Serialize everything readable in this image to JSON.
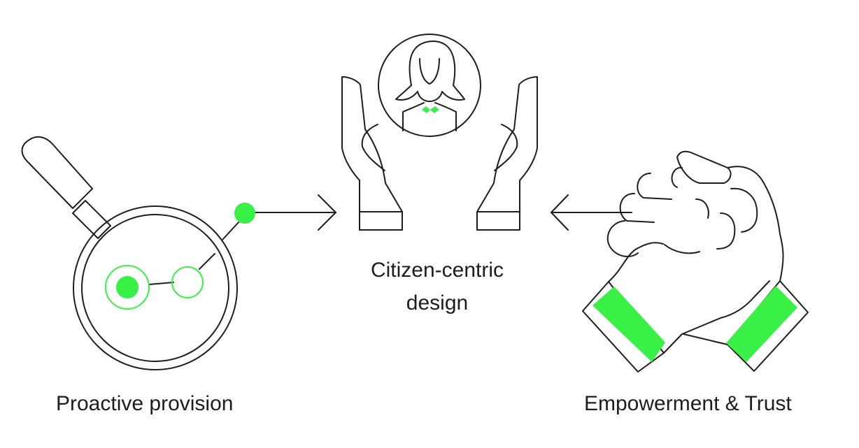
{
  "labels": {
    "left": "Proactive provision",
    "center_line1": "Citizen-centric",
    "center_line2": "design",
    "right": "Empowerment & Trust"
  },
  "icons": {
    "left": "magnifier-network-icon",
    "center": "hands-holding-person-icon",
    "right": "handshake-icon"
  },
  "colors": {
    "stroke": "#1d1d1b",
    "accent": "#39f046",
    "background": "#ffffff"
  }
}
